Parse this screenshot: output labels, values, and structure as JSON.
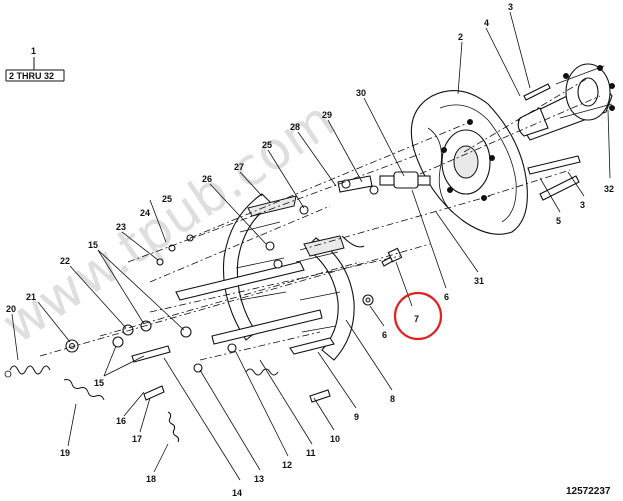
{
  "watermark": "www.tpub.com",
  "legend": {
    "number": "1",
    "range": "2 THRU 32"
  },
  "drawing_number": "12572237",
  "highlight": {
    "color": "#e0201e",
    "callout": "7"
  },
  "callouts": {
    "c2": "2",
    "c3a": "3",
    "c3b": "3",
    "c4": "4",
    "c5": "5",
    "c6a": "6",
    "c6b": "6",
    "c7": "7",
    "c8": "8",
    "c9": "9",
    "c10": "10",
    "c11": "11",
    "c12": "12",
    "c13": "13",
    "c14": "14",
    "c15a": "15",
    "c15b": "15",
    "c16": "16",
    "c17": "17",
    "c18": "18",
    "c19": "19",
    "c20": "20",
    "c21": "21",
    "c22": "22",
    "c23": "23",
    "c24": "24",
    "c25a": "25",
    "c25b": "25",
    "c26": "26",
    "c27": "27",
    "c28": "28",
    "c29": "29",
    "c30": "30",
    "c31": "31",
    "c32": "32"
  }
}
